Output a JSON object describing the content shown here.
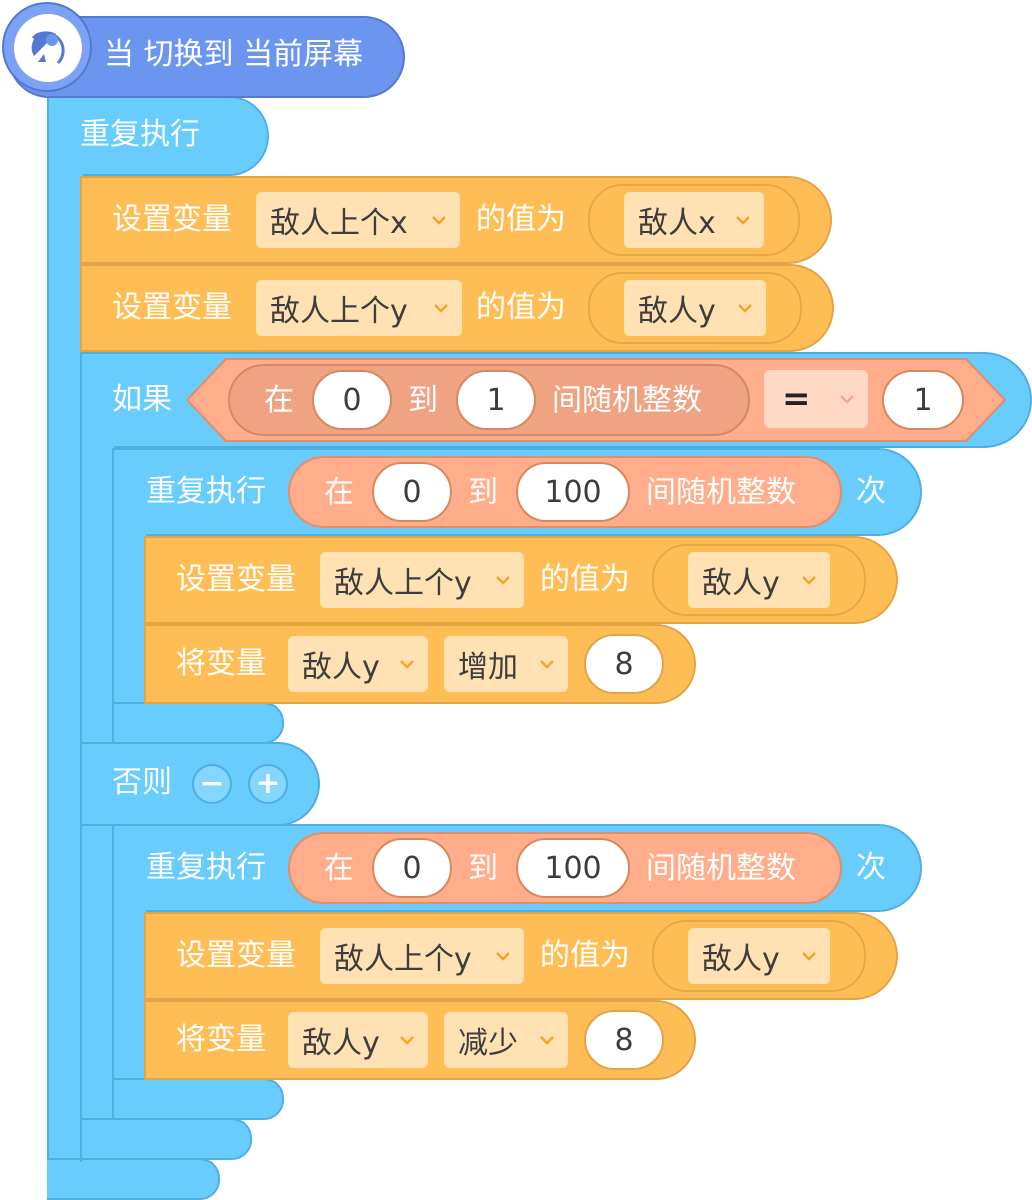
{
  "hat": {
    "label": "当 切换到 当前屏幕",
    "icon": "satellite-dish-icon"
  },
  "forever": {
    "label": "重复执行"
  },
  "set_var_1": {
    "label": "设置变量",
    "var": "敌人上个x",
    "mid": "的值为",
    "value": "敌人x"
  },
  "set_var_2": {
    "label": "设置变量",
    "var": "敌人上个y",
    "mid": "的值为",
    "value": "敌人y"
  },
  "if_block": {
    "label": "如果",
    "random": {
      "in": "在",
      "from": "0",
      "to_label": "到",
      "to": "1",
      "suffix": "间随机整数"
    },
    "operator": "=",
    "compare_value": "1"
  },
  "repeat_1": {
    "label": "重复执行",
    "random": {
      "in": "在",
      "from": "0",
      "to_label": "到",
      "to": "100",
      "suffix": "间随机整数"
    },
    "times": "次",
    "set_var": {
      "label": "设置变量",
      "var": "敌人上个y",
      "mid": "的值为",
      "value": "敌人y"
    },
    "change_var": {
      "label": "将变量",
      "var": "敌人y",
      "op": "增加",
      "amount": "8"
    }
  },
  "else_block": {
    "label": "否则",
    "minus": "−",
    "plus": "+"
  },
  "repeat_2": {
    "label": "重复执行",
    "random": {
      "in": "在",
      "from": "0",
      "to_label": "到",
      "to": "100",
      "suffix": "间随机整数"
    },
    "times": "次",
    "set_var": {
      "label": "设置变量",
      "var": "敌人上个y",
      "mid": "的值为",
      "value": "敌人y"
    },
    "change_var": {
      "label": "将变量",
      "var": "敌人y",
      "op": "减少",
      "amount": "8"
    }
  },
  "colors": {
    "control": "#68CCFD",
    "variable": "#FFBE55",
    "event": "#6C95F0",
    "operator": "#FFAD8A"
  }
}
